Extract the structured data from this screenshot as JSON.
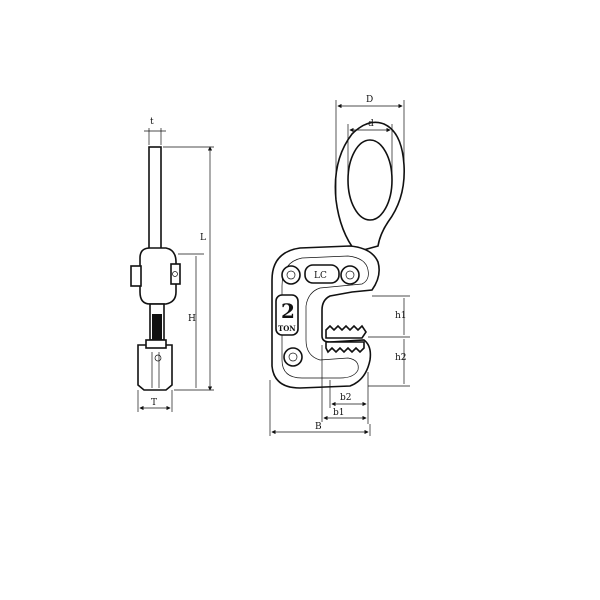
{
  "side_view": {
    "dim_t": "t",
    "dim_L": "L",
    "dim_H": "H",
    "dim_T": "T"
  },
  "front_view": {
    "dim_D": "D",
    "dim_d": "d",
    "dim_h1": "h1",
    "dim_h2": "h2",
    "dim_b2": "b2",
    "dim_b1": "b1",
    "dim_B": "B",
    "badge_lc": "LC",
    "capacity_number": "2",
    "capacity_unit": "TON"
  }
}
